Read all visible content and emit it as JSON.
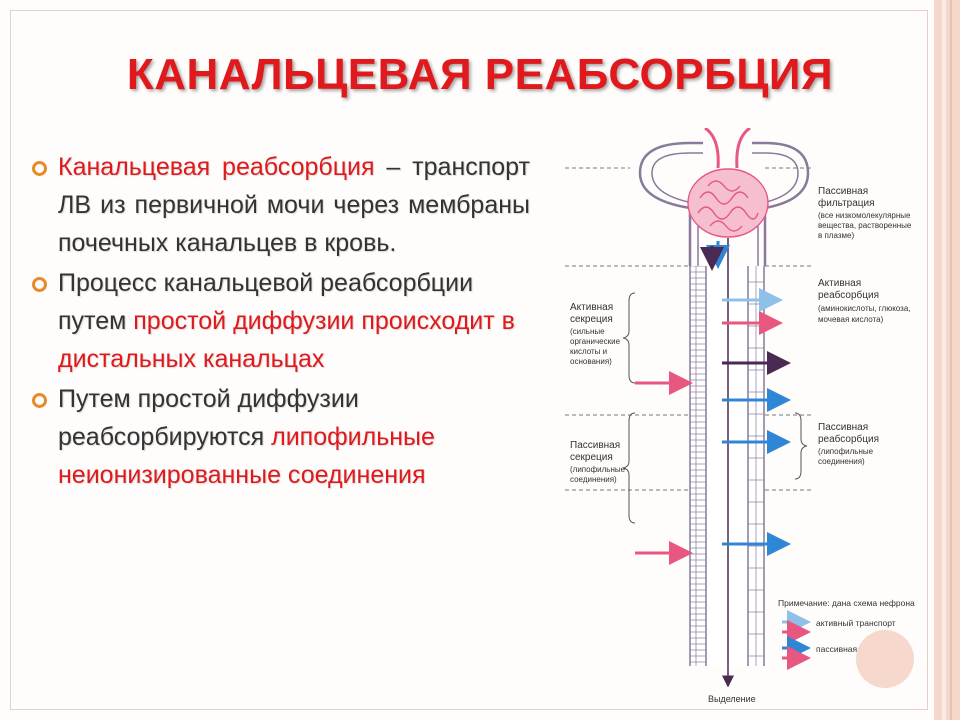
{
  "title": "КАНАЛЬЦЕВАЯ РЕАБСОРБЦИЯ",
  "bullets": [
    {
      "a": "Канальцевая реабсорбция",
      "b": " – транспорт ЛВ из первичной мочи через мембраны почечных канальцев в кровь."
    },
    {
      "a": "Процесс канальцевой реабсорбции путем ",
      "b": "простой диффузии происходит в дистальных канальцах"
    },
    {
      "a": "Путем простой диффузии реабсорбируются ",
      "b": "липофильные неионизированные соединения"
    }
  ],
  "diagram": {
    "passive_filtration": {
      "title": [
        "Пассивная",
        "фильтрация"
      ],
      "sub": [
        "(все низкомолекулярные",
        "вещества, растворенные",
        "в плазме)"
      ]
    },
    "active_reabsorption": {
      "title": [
        "Активная",
        "реабсорбция"
      ],
      "sub": [
        "(аминокислоты, глюкоза,",
        "мочевая кислота)"
      ]
    },
    "active_secretion": {
      "title": [
        "Активная",
        "секреция"
      ],
      "sub": [
        "(сильные",
        "органические",
        "кислоты и",
        "основания)"
      ]
    },
    "passive_secretion": {
      "title": [
        "Пассивная",
        "секреция"
      ],
      "sub": [
        "(липофильные",
        "соединения)"
      ]
    },
    "passive_reabsorption": {
      "title": [
        "Пассивная",
        "реабсорбция"
      ],
      "sub": [
        "(липофильные",
        "соединения)"
      ]
    },
    "excretion": "Выделение",
    "note": "Примечание: дана схема нефрона",
    "legend": [
      "активный транспорт",
      "пассивная диффузия"
    ]
  },
  "colors": {
    "title": "#e0191d",
    "bullet_marker": "#e98a2a",
    "text": "#333333",
    "pink": "#e8577f",
    "blue": "#2f86d4",
    "dark": "#4a2a52"
  }
}
